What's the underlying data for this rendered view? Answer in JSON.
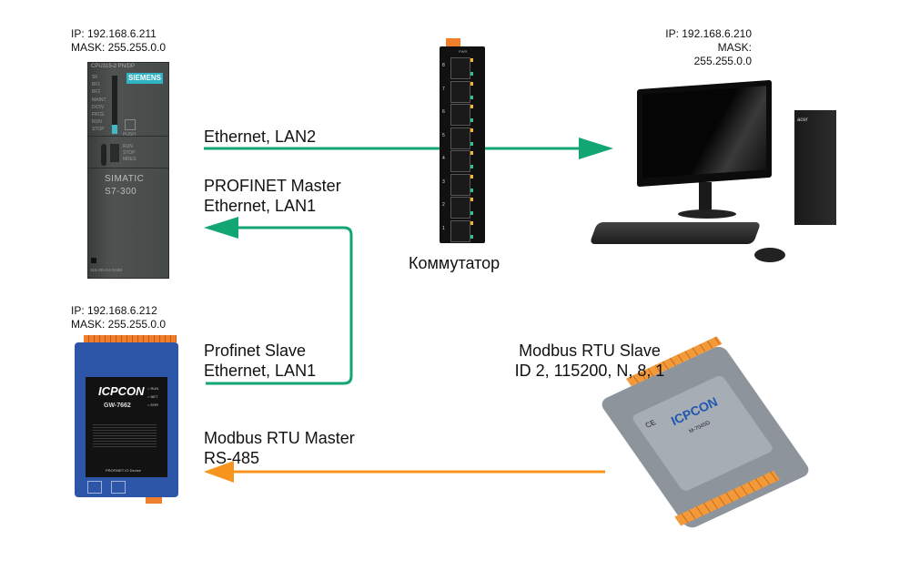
{
  "devices": {
    "plc": {
      "ip": "IP: 192.168.6.211",
      "mask": "MASK:  255.255.0.0",
      "brand": "SIEMENS",
      "model_line1": "SIMATIC",
      "model_line2": "S7-300",
      "cpu_label": "CPU315-2 PN/DP",
      "leds": [
        "SF",
        "BF1",
        "BF2",
        "",
        "MAINT",
        "DC5V",
        "FRCE",
        "RUN",
        "STOP"
      ],
      "switch_labels": [
        "RUN",
        "STOP",
        "MRES"
      ],
      "push_label": "PUSH",
      "order_no": "315-2EH14-0AB0"
    },
    "switch": {
      "label": "Коммутатор",
      "pwr_label": "PWR",
      "ports": [
        "8",
        "7",
        "6",
        "5",
        "4",
        "3",
        "2",
        "1"
      ]
    },
    "pc": {
      "ip": "IP: 192.168.6.210",
      "mask": "MASK:  255.255.0.0",
      "brand": "acer"
    },
    "gateway": {
      "ip": "IP: 192.168.6.212",
      "mask": "MASK:  255.255.0.0",
      "brand": "ICPCON",
      "model": "GW-7662",
      "leds": [
        "RUN",
        "NET",
        "ERR"
      ],
      "footer": "PROFINET IO Device"
    },
    "modbus_module": {
      "brand": "ICPCON",
      "model": "M-7045D",
      "ce_mark": "CE"
    }
  },
  "connections": {
    "lan2": {
      "label": "Ethernet, LAN2",
      "color": "#12a672"
    },
    "profinet_master": {
      "line1": "PROFINET Master",
      "line2": "Ethernet, LAN1",
      "color": "#12a672"
    },
    "profinet_slave": {
      "line1": "Profinet Slave",
      "line2": "Ethernet, LAN1",
      "color": "#12a672"
    },
    "modbus_master": {
      "line1": "Modbus RTU Master",
      "line2": "RS-485",
      "color": "#f7941d"
    },
    "modbus_slave": {
      "line1": "Modbus RTU Slave",
      "line2": "ID 2, 115200, N, 8, 1"
    }
  }
}
